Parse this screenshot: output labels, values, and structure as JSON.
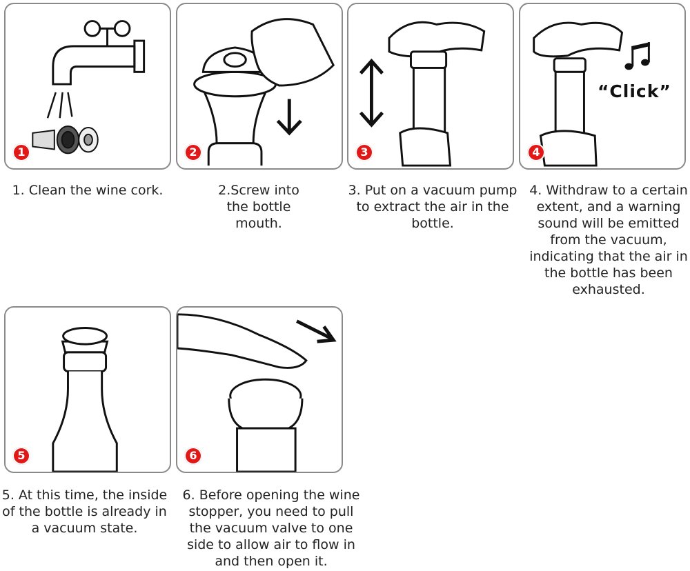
{
  "steps": [
    {
      "number": "1",
      "caption": "1. Clean the wine cork."
    },
    {
      "number": "2",
      "caption": "2.Screw into the bottle mouth."
    },
    {
      "number": "3",
      "caption": "3. Put on a vacuum pump to extract the air in the bottle."
    },
    {
      "number": "4",
      "caption": "4. Withdraw to a certain extent, and a warning sound will be emitted from the vacuum, indicating that the air in the bottle has been exhausted.",
      "sound_label": "“Click”"
    },
    {
      "number": "5",
      "caption": "5. At this time, the inside of the bottle is already in a vacuum state."
    },
    {
      "number": "6",
      "caption": "6. Before opening the wine stopper, you need to pull the vacuum valve to one side to allow air to flow in and then open it."
    }
  ],
  "colors": {
    "badge": "#e01818",
    "border": "#8a8a8a",
    "line": "#111111"
  },
  "icons": [
    "faucet-icon",
    "cork-icon",
    "down-arrow-icon",
    "double-arrow-icon",
    "music-note-icon",
    "right-arrow-icon"
  ]
}
